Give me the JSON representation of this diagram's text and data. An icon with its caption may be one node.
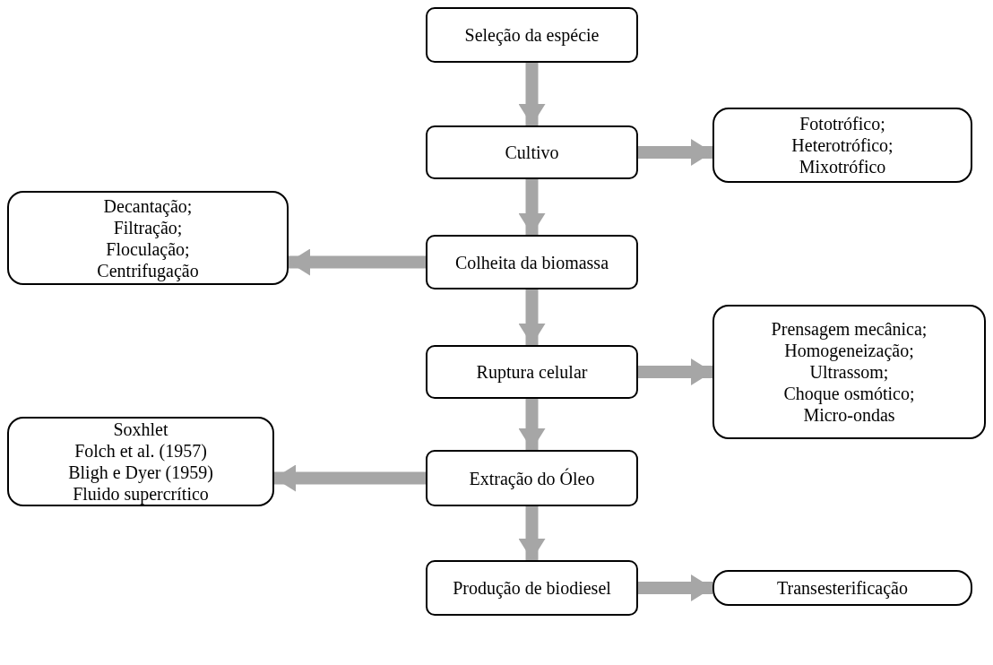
{
  "diagram": {
    "nodes": [
      {
        "text": [
          "Seleção da espécie"
        ]
      },
      {
        "text": [
          "Cultivo"
        ]
      },
      {
        "text": [
          "Fototrófico;",
          "Heterotrófico;",
          "Mixotrófico"
        ]
      },
      {
        "text": [
          "Decantação;",
          "Filtração;",
          "Floculação;",
          "Centrifugação"
        ]
      },
      {
        "text": [
          "Colheita da biomassa"
        ]
      },
      {
        "text": [
          "Ruptura celular"
        ]
      },
      {
        "text": [
          "Prensagem mecânica;",
          "Homogeneização;",
          "Ultrassom;",
          "Choque osmótico;",
          "Micro-ondas"
        ]
      },
      {
        "text": [
          "Soxhlet",
          "Folch et al. (1957)",
          "Bligh e Dyer (1959)",
          "Fluido supercrítico"
        ]
      },
      {
        "text": [
          "Extração do Óleo"
        ]
      },
      {
        "text": [
          "Produção de biodiesel"
        ]
      },
      {
        "text": [
          "Transesterificação"
        ]
      }
    ],
    "edges": [
      {
        "from": 0,
        "to": 1,
        "arrow": "to"
      },
      {
        "from": 1,
        "to": 2,
        "arrow": "to"
      },
      {
        "from": 1,
        "to": 4,
        "arrow": "to"
      },
      {
        "from": 4,
        "to": 3,
        "arrow": "to"
      },
      {
        "from": 4,
        "to": 5,
        "arrow": "to"
      },
      {
        "from": 5,
        "to": 6,
        "arrow": "to"
      },
      {
        "from": 5,
        "to": 8,
        "arrow": "to"
      },
      {
        "from": 8,
        "to": 7,
        "arrow": "to"
      },
      {
        "from": 8,
        "to": 9,
        "arrow": "to"
      },
      {
        "from": 9,
        "to": 10,
        "arrow": "to"
      }
    ]
  }
}
